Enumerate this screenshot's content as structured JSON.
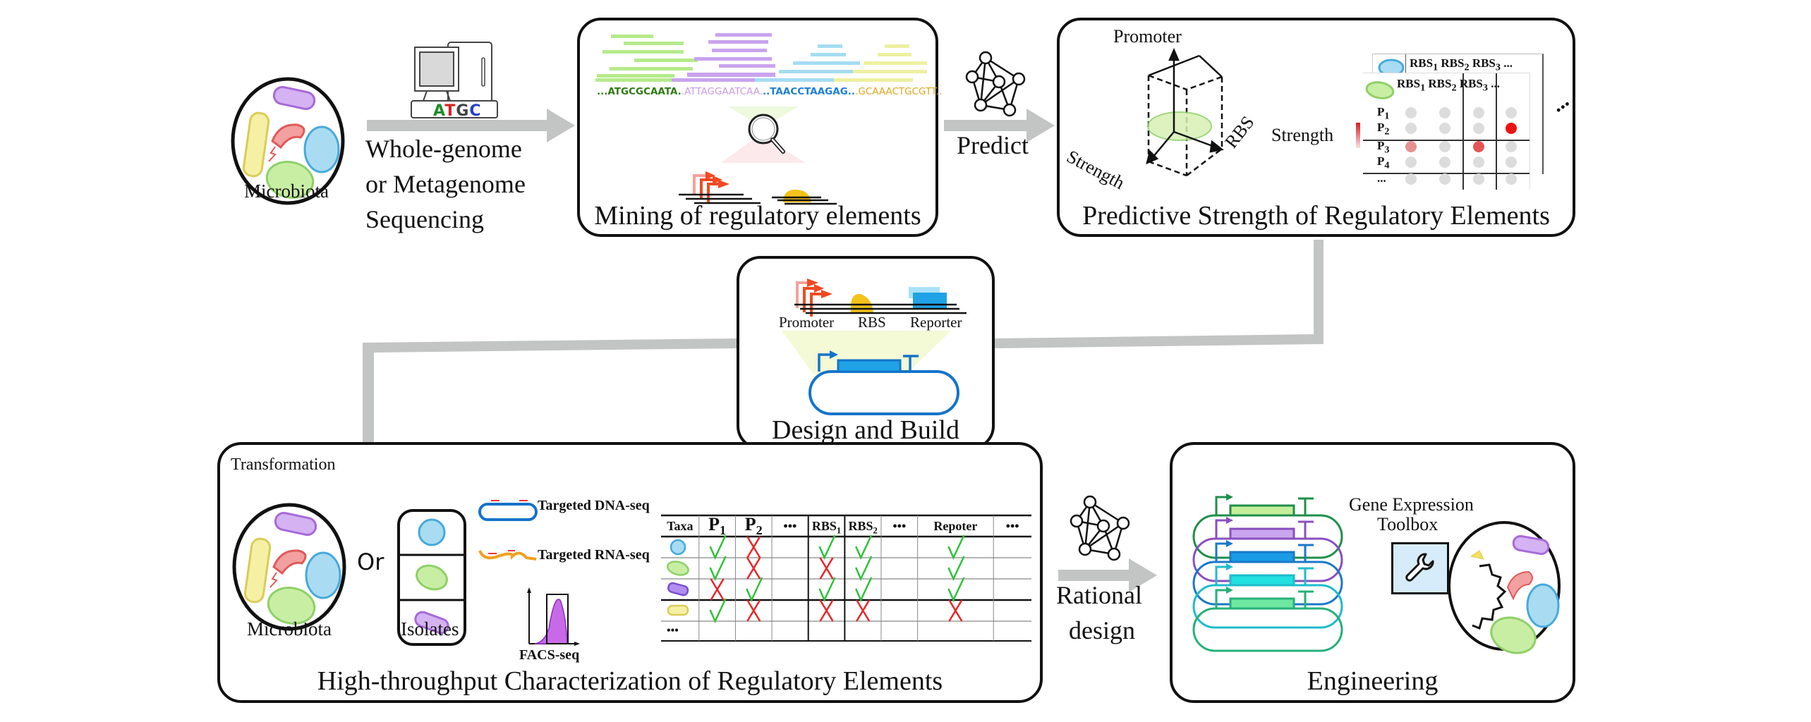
{
  "colors": {
    "arrow_gray": "#c3c5c4",
    "border": "#111111",
    "green": "#8fd068",
    "green_fill": "#c8eea4",
    "purple": "#a66ad8",
    "purple_fill": "#d5b2f2",
    "blue": "#47a9db",
    "blue_fill": "#a9dcf2",
    "yellow": "#d9cc5a",
    "yellow_fill": "#f5f0a4",
    "red": "#df5a5a",
    "red_fill": "#f2a0a0",
    "check": "#2fc23a",
    "cross": "#e8262a",
    "promoter_red": "#f04a22",
    "rbs_yellow": "#f5c21a",
    "reporter_blue": "#1fa2e6",
    "plasmid_blue": "#1574c9"
  },
  "step1": {
    "microbiota_label": "Microbiota",
    "sequencer_text": [
      "A",
      "T",
      "G",
      "C"
    ],
    "sequencer_colors": [
      "#1f8a2a",
      "#d62020",
      "#444444",
      "#2340c8"
    ],
    "arrow_label_lines": [
      "Whole-genome",
      "or Metagenome",
      "Sequencing"
    ]
  },
  "mining": {
    "title": "Mining of regulatory elements",
    "sequences": [
      {
        "text": "...ATGCGCAATA.",
        "color": "#2f7a12"
      },
      {
        "text": ".ATTAGGAATCAA.",
        "color": "#c79ae8"
      },
      {
        "text": "..TAACCTAAGAG..",
        "color": "#1e7fd6"
      },
      {
        "text": ".GCAAACTGCGTT..",
        "color": "#e0a520"
      }
    ],
    "read_colors": [
      "#b6ea8a",
      "#c9a3ee",
      "#a5dcf2",
      "#eef0a0"
    ]
  },
  "predict": {
    "label": "Predict"
  },
  "predictive": {
    "title": "Predictive Strength of Regulatory Elements",
    "axes": {
      "y": "Promoter",
      "x": "RBS",
      "z": "Strength"
    },
    "strength_label": "Strength",
    "back_table_header": [
      "RBS",
      "RBS",
      "RBS",
      "..."
    ],
    "back_table_subscripts": [
      "1",
      "2",
      "3",
      ""
    ],
    "front_table_header": [
      "RBS",
      "RBS",
      "RBS",
      "..."
    ],
    "front_table_subscripts": [
      "1",
      "2",
      "3",
      ""
    ],
    "rows": [
      {
        "label": "P",
        "sub": "1",
        "values": [
          0,
          0,
          0,
          0
        ]
      },
      {
        "label": "P",
        "sub": "2",
        "values": [
          0,
          0,
          0,
          1
        ]
      },
      {
        "label": "P",
        "sub": "3",
        "values": [
          0.3,
          0,
          0.7,
          0
        ]
      },
      {
        "label": "P",
        "sub": "4",
        "values": [
          0,
          0,
          0,
          0
        ]
      },
      {
        "label": "...",
        "sub": "",
        "values": [
          0,
          0,
          0,
          0
        ]
      }
    ],
    "more_indicator": "..."
  },
  "design": {
    "title": "Design and Build",
    "part_labels": [
      "Promoter",
      "RBS",
      "Reporter"
    ]
  },
  "characterization": {
    "title": "High-throughput Characterization of Regulatory Elements",
    "transformation_label": "Transformation",
    "microbiota_label": "Microbiota",
    "or_label": "Or",
    "isolates_label": "Isolates",
    "methods": [
      "Targeted DNA-seq",
      "Targeted RNA-seq",
      "FACS-seq"
    ],
    "table": {
      "headers": [
        {
          "text": "Taxa",
          "sub": ""
        },
        {
          "text": "P",
          "sub": "1"
        },
        {
          "text": "P",
          "sub": "2"
        },
        {
          "text": "•••",
          "sub": ""
        },
        {
          "text": "RBS",
          "sub": "1"
        },
        {
          "text": "RBS",
          "sub": "2"
        },
        {
          "text": "•••",
          "sub": ""
        },
        {
          "text": "Repoter",
          "sub": ""
        },
        {
          "text": "•••",
          "sub": ""
        }
      ],
      "rows": [
        {
          "taxon": "blue-coccus",
          "cells": [
            "check",
            "cross",
            "",
            "check",
            "check",
            "",
            "check",
            ""
          ]
        },
        {
          "taxon": "green-oval",
          "cells": [
            "check",
            "cross",
            "",
            "cross",
            "check",
            "",
            "check",
            ""
          ]
        },
        {
          "taxon": "purple-rod",
          "cells": [
            "cross",
            "check",
            "",
            "check",
            "check",
            "",
            "check",
            ""
          ]
        },
        {
          "taxon": "yellow-rod",
          "cells": [
            "check",
            "cross",
            "",
            "cross",
            "cross",
            "",
            "cross",
            ""
          ]
        },
        {
          "taxon": "more",
          "label": "•••",
          "cells": [
            "",
            "",
            "",
            "",
            "",
            "",
            "",
            ""
          ]
        }
      ]
    }
  },
  "rational": {
    "label_lines": [
      "Rational",
      "design"
    ]
  },
  "engineering": {
    "title": "Engineering",
    "toolbox_lines": [
      "Gene Expression",
      "Toolbox"
    ],
    "plasmid_colors": [
      "#1f8f4a",
      "#8a4fbf",
      "#1a78c8",
      "#1fbccc",
      "#25b07a"
    ],
    "insert_fills": [
      "#c5ee9a",
      "#c9a6ee",
      "#1a9be6",
      "#22e0e0",
      "#6ee8a0"
    ]
  }
}
